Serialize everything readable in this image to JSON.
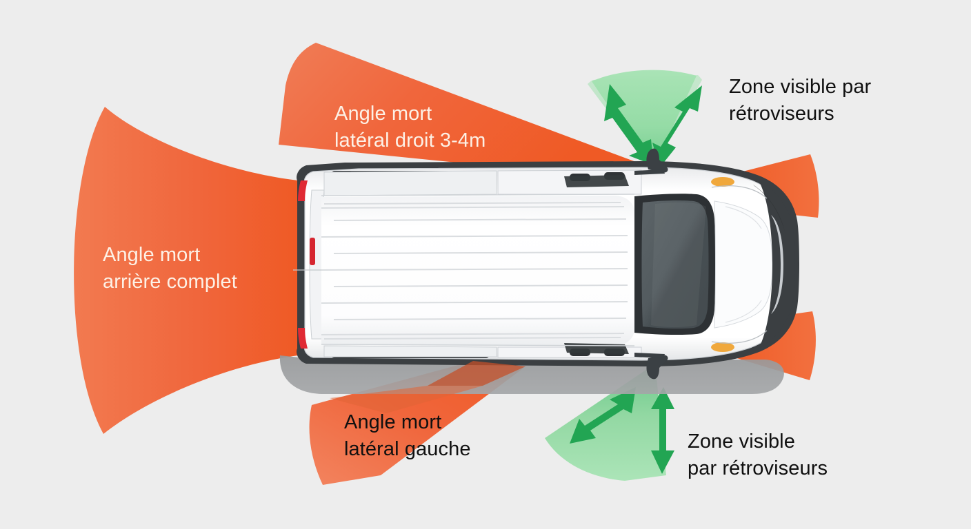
{
  "diagram": {
    "title": "Zones d'angle mort et zones visibles par retroviseurs d'un fourgon (vue de dessus)",
    "background_color": "#ededed",
    "labels": {
      "rear_blind_spot": "Angle mort\narrière complet",
      "right_side_blind_spot": "Angle mort\nlatéral droit 3-4m",
      "left_side_blind_spot": "Angle mort\nlatéral gauche",
      "mirror_zone_top": "Zone visible par\nrétroviseurs",
      "mirror_zone_bottom": "Zone visible\npar rétroviseurs"
    },
    "colors": {
      "blind_spot_orange": "#f0663c",
      "blind_spot_orange_dark": "#ef5a25",
      "visible_green_fill": "#8fd9a0",
      "visible_green_arrow": "#22a553",
      "vehicle_body": "#ffffff",
      "vehicle_trim_dark": "#3b3f42",
      "taillight_red": "#e02a34",
      "indicator_amber": "#f0a83c",
      "ground_shadow": "#9a9c9e",
      "label_light": "#fdf1e6",
      "label_dark": "#101010"
    },
    "zones": [
      {
        "name": "rear-blind-spot-cone",
        "kind": "blind-spot",
        "color": "#f0663c",
        "position": "rear",
        "label": "Angle mort arrière complet"
      },
      {
        "name": "right-side-blind-spot-cone",
        "kind": "blind-spot",
        "color": "#f0663c",
        "position": "upper-left-of-vehicle",
        "label": "Angle mort latéral droit 3-4m",
        "distance": "3-4m"
      },
      {
        "name": "left-side-blind-spot-cone",
        "kind": "blind-spot",
        "color": "#f0663c",
        "position": "lower-left-of-vehicle",
        "label": "Angle mort latéral gauche"
      },
      {
        "name": "front-right-blind-spot-cone",
        "kind": "blind-spot",
        "color": "#f0663c",
        "position": "front-upper-right"
      },
      {
        "name": "front-left-blind-spot-cone",
        "kind": "blind-spot",
        "color": "#f0663c",
        "position": "front-lower-right"
      },
      {
        "name": "mirror-visible-cone-top",
        "kind": "visible",
        "color": "#8fd9a0",
        "position": "top-mirror",
        "label": "Zone visible par rétroviseurs",
        "arrows": 2
      },
      {
        "name": "mirror-visible-cone-bottom",
        "kind": "visible",
        "color": "#8fd9a0",
        "position": "bottom-mirror",
        "label": "Zone visible par rétroviseurs",
        "arrows": 2
      }
    ],
    "vehicle": {
      "name": "van-top-view",
      "orientation": "facing-right",
      "parts": [
        "roof",
        "roof-ribs",
        "roof-rails",
        "rear-doors",
        "taillights",
        "windshield",
        "hood",
        "front-bumper",
        "side-mirrors",
        "door-handles",
        "indicators"
      ]
    }
  }
}
